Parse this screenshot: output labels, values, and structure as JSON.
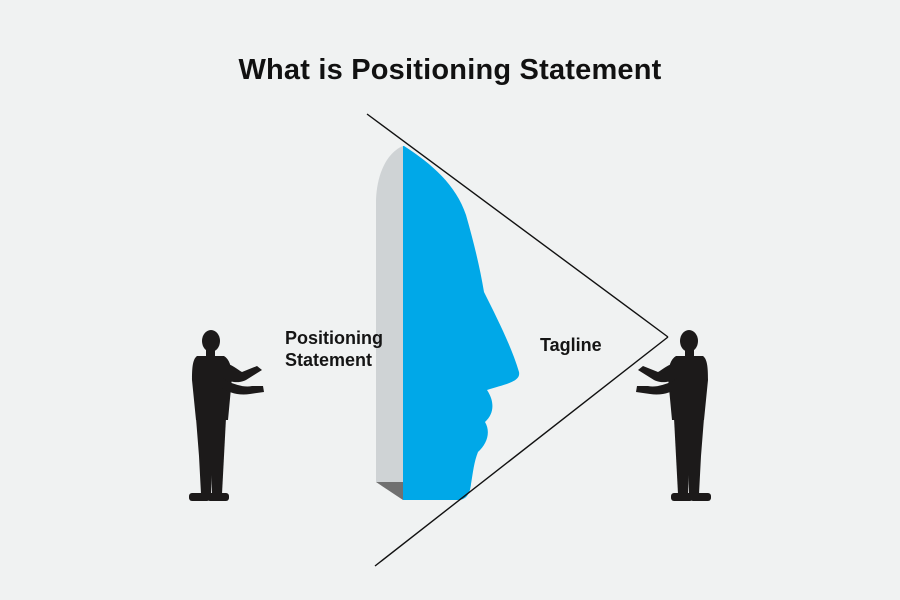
{
  "diagram": {
    "title": "What is Positioning Statement",
    "positioning_label_line1": "Positioning",
    "positioning_label_line2": "Statement",
    "tagline_label": "Tagline"
  },
  "colors": {
    "background": "#f0f2f2",
    "face_front": "#00a8e8",
    "face_side": "#cfd3d5",
    "face_base": "#707070",
    "silhouette": "#1c1a1a",
    "outline": "#111111"
  },
  "icons": {
    "head": "head-profile-icon",
    "person_left": "man-silhouette-icon",
    "person_right": "man-silhouette-icon"
  }
}
